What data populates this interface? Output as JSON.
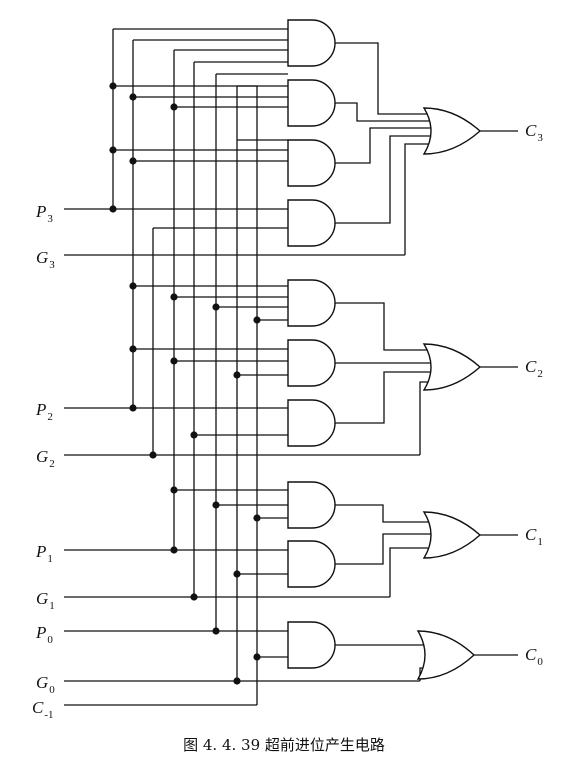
{
  "diagram": {
    "inputs": [
      {
        "id": "P3",
        "base": "P",
        "sub": "3"
      },
      {
        "id": "G3",
        "base": "G",
        "sub": "3"
      },
      {
        "id": "P2",
        "base": "P",
        "sub": "2"
      },
      {
        "id": "G2",
        "base": "G",
        "sub": "2"
      },
      {
        "id": "P1",
        "base": "P",
        "sub": "1"
      },
      {
        "id": "G1",
        "base": "G",
        "sub": "1"
      },
      {
        "id": "P0",
        "base": "P",
        "sub": "0"
      },
      {
        "id": "G0",
        "base": "G",
        "sub": "0"
      },
      {
        "id": "Cm1",
        "base": "C",
        "sub": "-1"
      }
    ],
    "outputs": [
      {
        "id": "C3",
        "base": "C",
        "sub": "3"
      },
      {
        "id": "C2",
        "base": "C",
        "sub": "2"
      },
      {
        "id": "C1",
        "base": "C",
        "sub": "1"
      },
      {
        "id": "C0",
        "base": "C",
        "sub": "0"
      }
    ],
    "caption": "图 4. 4. 39    超前进位产生电路"
  }
}
